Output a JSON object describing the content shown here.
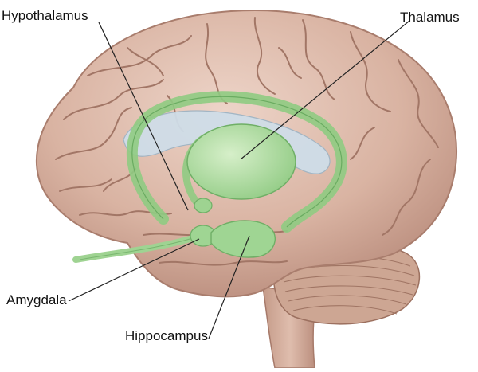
{
  "labels": {
    "hypothalamus": "Hypothalamus",
    "thalamus": "Thalamus",
    "amygdala": "Amygdala",
    "hippocampus": "Hippocampus"
  },
  "colors": {
    "brain_fill": "#dcb8a8",
    "brain_shadow": "#b68878",
    "brain_highlight": "#ecd2c6",
    "sulcus": "#9a6e60",
    "limbic_fill": "#a8d89a",
    "limbic_stroke": "#6fb56a",
    "ventricle": "#c8d8e4",
    "cerebellum": "#c9a392",
    "leader_line": "#222222"
  }
}
